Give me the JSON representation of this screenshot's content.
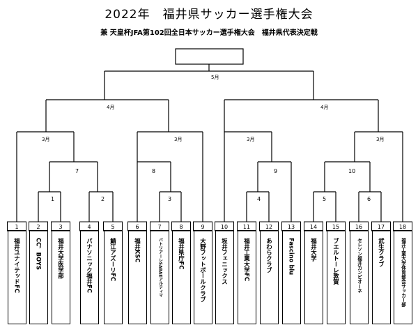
{
  "title": "2022年　福井県サッカー選手権大会",
  "subtitle": "兼 天皇杯JFA第102回全日本サッカー選手権大会　福井県代表決定戦",
  "champion": "",
  "rounds": {
    "final": "5月",
    "semifinals": [
      "4月",
      "4月"
    ],
    "quarterfinals": [
      "3月",
      "3月",
      "3月",
      "3月"
    ]
  },
  "second_round_matches": [
    "7",
    "8",
    "9",
    "10"
  ],
  "first_round_matches": [
    "1",
    "2",
    "3",
    "4",
    "5",
    "6"
  ],
  "teams": [
    {
      "num": "1",
      "name": "福井ユナイテッドFC"
    },
    {
      "num": "2",
      "name": "CC，BOYS"
    },
    {
      "num": "3",
      "name": "福井大学医学部"
    },
    {
      "num": "4",
      "name": "パナソニック福井FC"
    },
    {
      "num": "5",
      "name": "鯖江アズーリFC"
    },
    {
      "num": "6",
      "name": "福井KSC"
    },
    {
      "num": "7",
      "name": "バトリアーレSABAEアルティマ"
    },
    {
      "num": "8",
      "name": "福井県庁FC"
    },
    {
      "num": "9",
      "name": "大野フットボールクラブ"
    },
    {
      "num": "10",
      "name": "坂井フェニックス"
    },
    {
      "num": "11",
      "name": "福井工業大学FC"
    },
    {
      "num": "12",
      "name": "あわらクラブ"
    },
    {
      "num": "13",
      "name": "Fascino blu"
    },
    {
      "num": "14",
      "name": "福井大学"
    },
    {
      "num": "15",
      "name": "ブエルトーレ敦賀"
    },
    {
      "num": "16",
      "name": "セレソン福井カンピオーネ"
    },
    {
      "num": "17",
      "name": "武生クラブ"
    },
    {
      "num": "18",
      "name": "福井工業大学体育部会サッカー部"
    }
  ]
}
